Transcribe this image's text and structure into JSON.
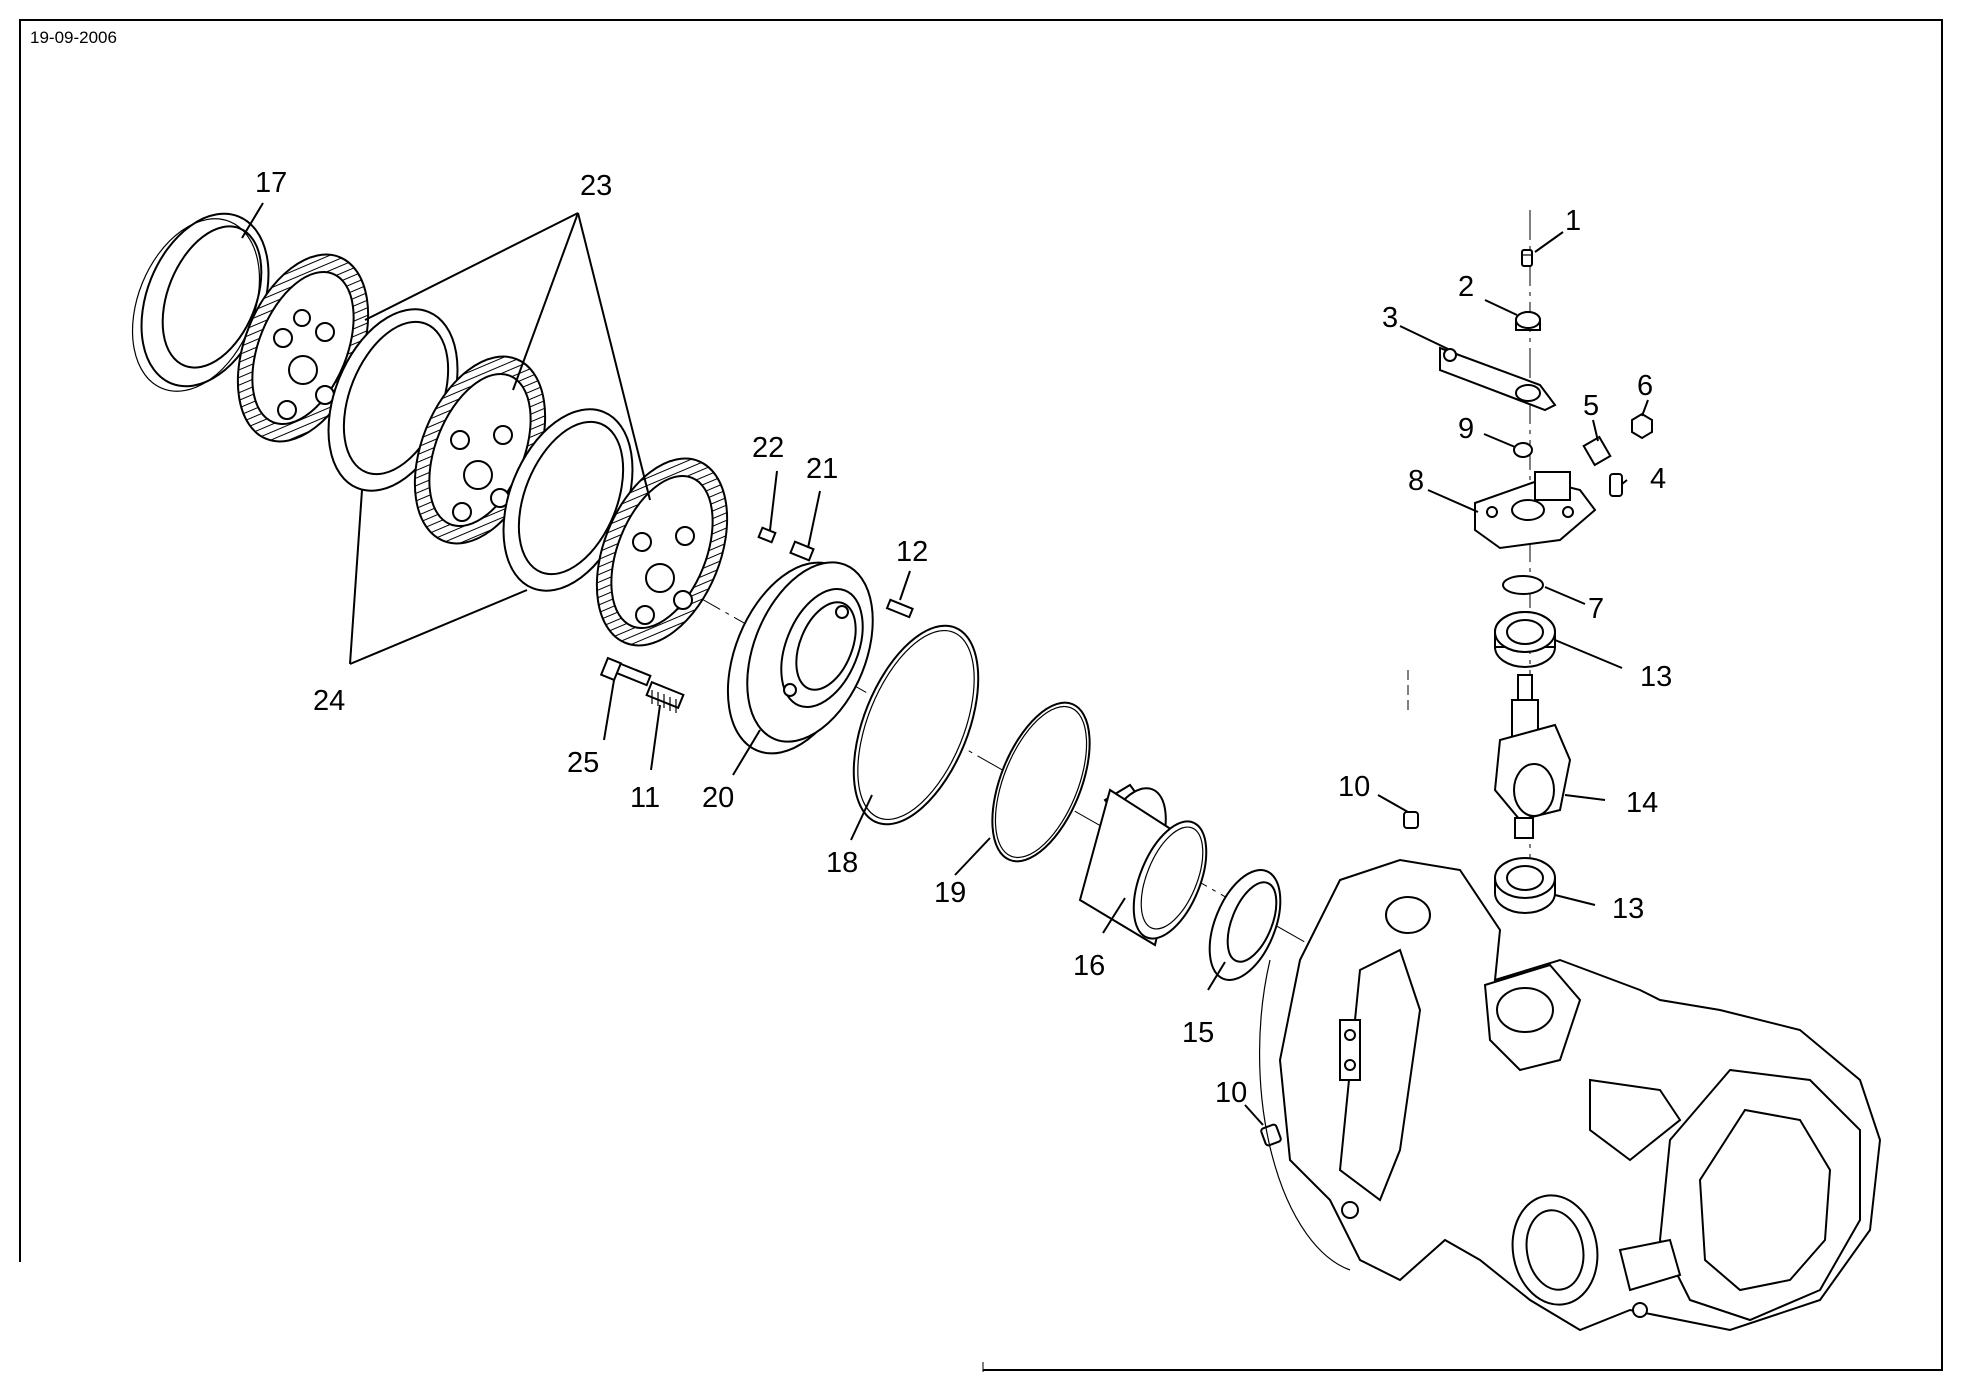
{
  "header": {
    "date": "19-09-2006"
  },
  "callouts": {
    "c1": "1",
    "c2": "2",
    "c3": "3",
    "c4": "4",
    "c5": "5",
    "c6": "6",
    "c7": "7",
    "c8": "8",
    "c9": "9",
    "c10a": "10",
    "c10b": "10",
    "c11": "11",
    "c12": "12",
    "c13a": "13",
    "c13b": "13",
    "c14": "14",
    "c15": "15",
    "c16": "16",
    "c17": "17",
    "c18": "18",
    "c19": "19",
    "c20": "20",
    "c21": "21",
    "c22": "22",
    "c23": "23",
    "c24": "24",
    "c25": "25"
  }
}
